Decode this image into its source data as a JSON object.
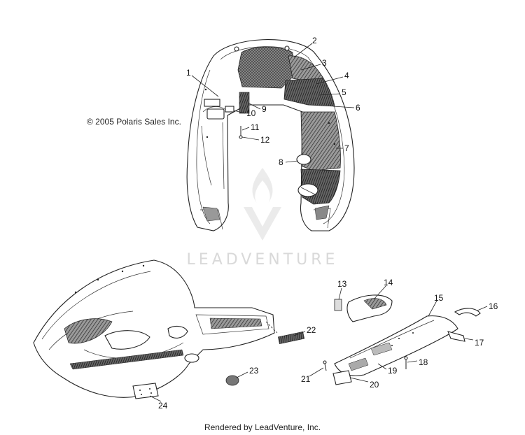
{
  "copyright": "© 2005 Polaris Sales Inc.",
  "footer": "Rendered by LeadVenture, Inc.",
  "watermark": "LEADVENTURE",
  "watermark_icon": "flame-v-logo-icon",
  "callouts": [
    "1",
    "2",
    "3",
    "4",
    "5",
    "6",
    "7",
    "8",
    "9",
    "10",
    "11",
    "12",
    "13",
    "14",
    "15",
    "16",
    "17",
    "18",
    "19",
    "20",
    "21",
    "22",
    "23",
    "24"
  ]
}
